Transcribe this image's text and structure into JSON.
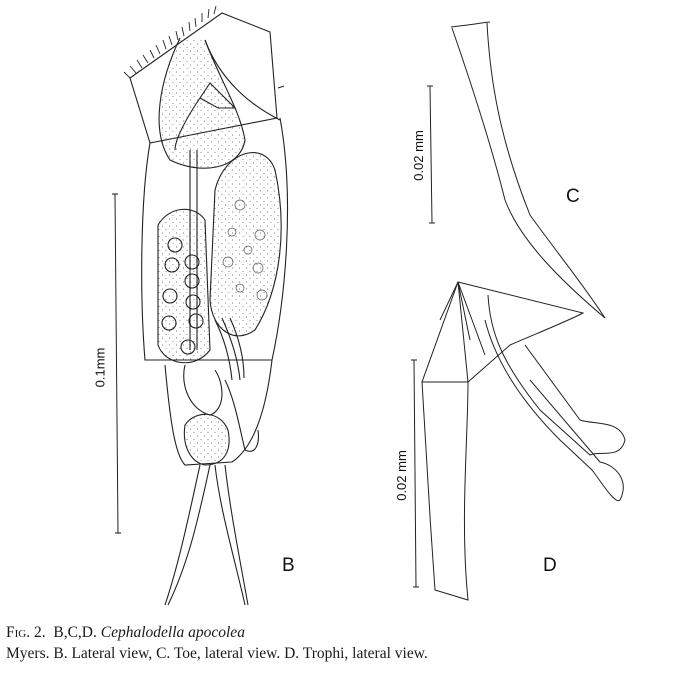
{
  "figure": {
    "panels": [
      {
        "id": "B",
        "label": "B",
        "description": "Lateral view",
        "scale_bar": "0.1mm"
      },
      {
        "id": "C",
        "label": "C",
        "description": "Toe, lateral view",
        "scale_bar": "0.02 mm"
      },
      {
        "id": "D",
        "label": "D",
        "description": "Trophi, lateral view",
        "scale_bar": "0.02 mm"
      }
    ]
  },
  "caption": {
    "fig_number": "Fig. 2.",
    "panels_ref": "B,C,D.",
    "species": "Cephalodella apocolea",
    "line2": "Myers. B. Lateral view, C. Toe, lateral view. D. Trophi, lateral view."
  }
}
